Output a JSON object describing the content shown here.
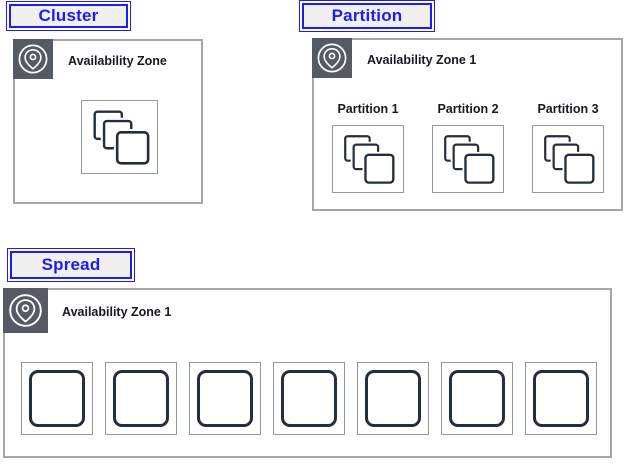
{
  "colors": {
    "accent_blue": "#1d1df0",
    "label_bg": "#f0f0f0",
    "box_border": "#a6a6a6",
    "inner_border": "#919aa4",
    "icon_bg": "#545b64",
    "instance_stroke": "#232f3e",
    "text": "#16191f"
  },
  "icons": {
    "availability_zone": "location-pin-icon",
    "instances_group": "ec2-instances-icon",
    "single_instance": "ec2-instance-icon"
  },
  "cluster": {
    "title": "Cluster",
    "az_label": "Availability Zone"
  },
  "partition": {
    "title": "Partition",
    "az_label": "Availability Zone 1",
    "partitions": [
      "Partition 1",
      "Partition 2",
      "Partition 3"
    ]
  },
  "spread": {
    "title": "Spread",
    "az_label": "Availability Zone 1",
    "instance_count": 7
  }
}
